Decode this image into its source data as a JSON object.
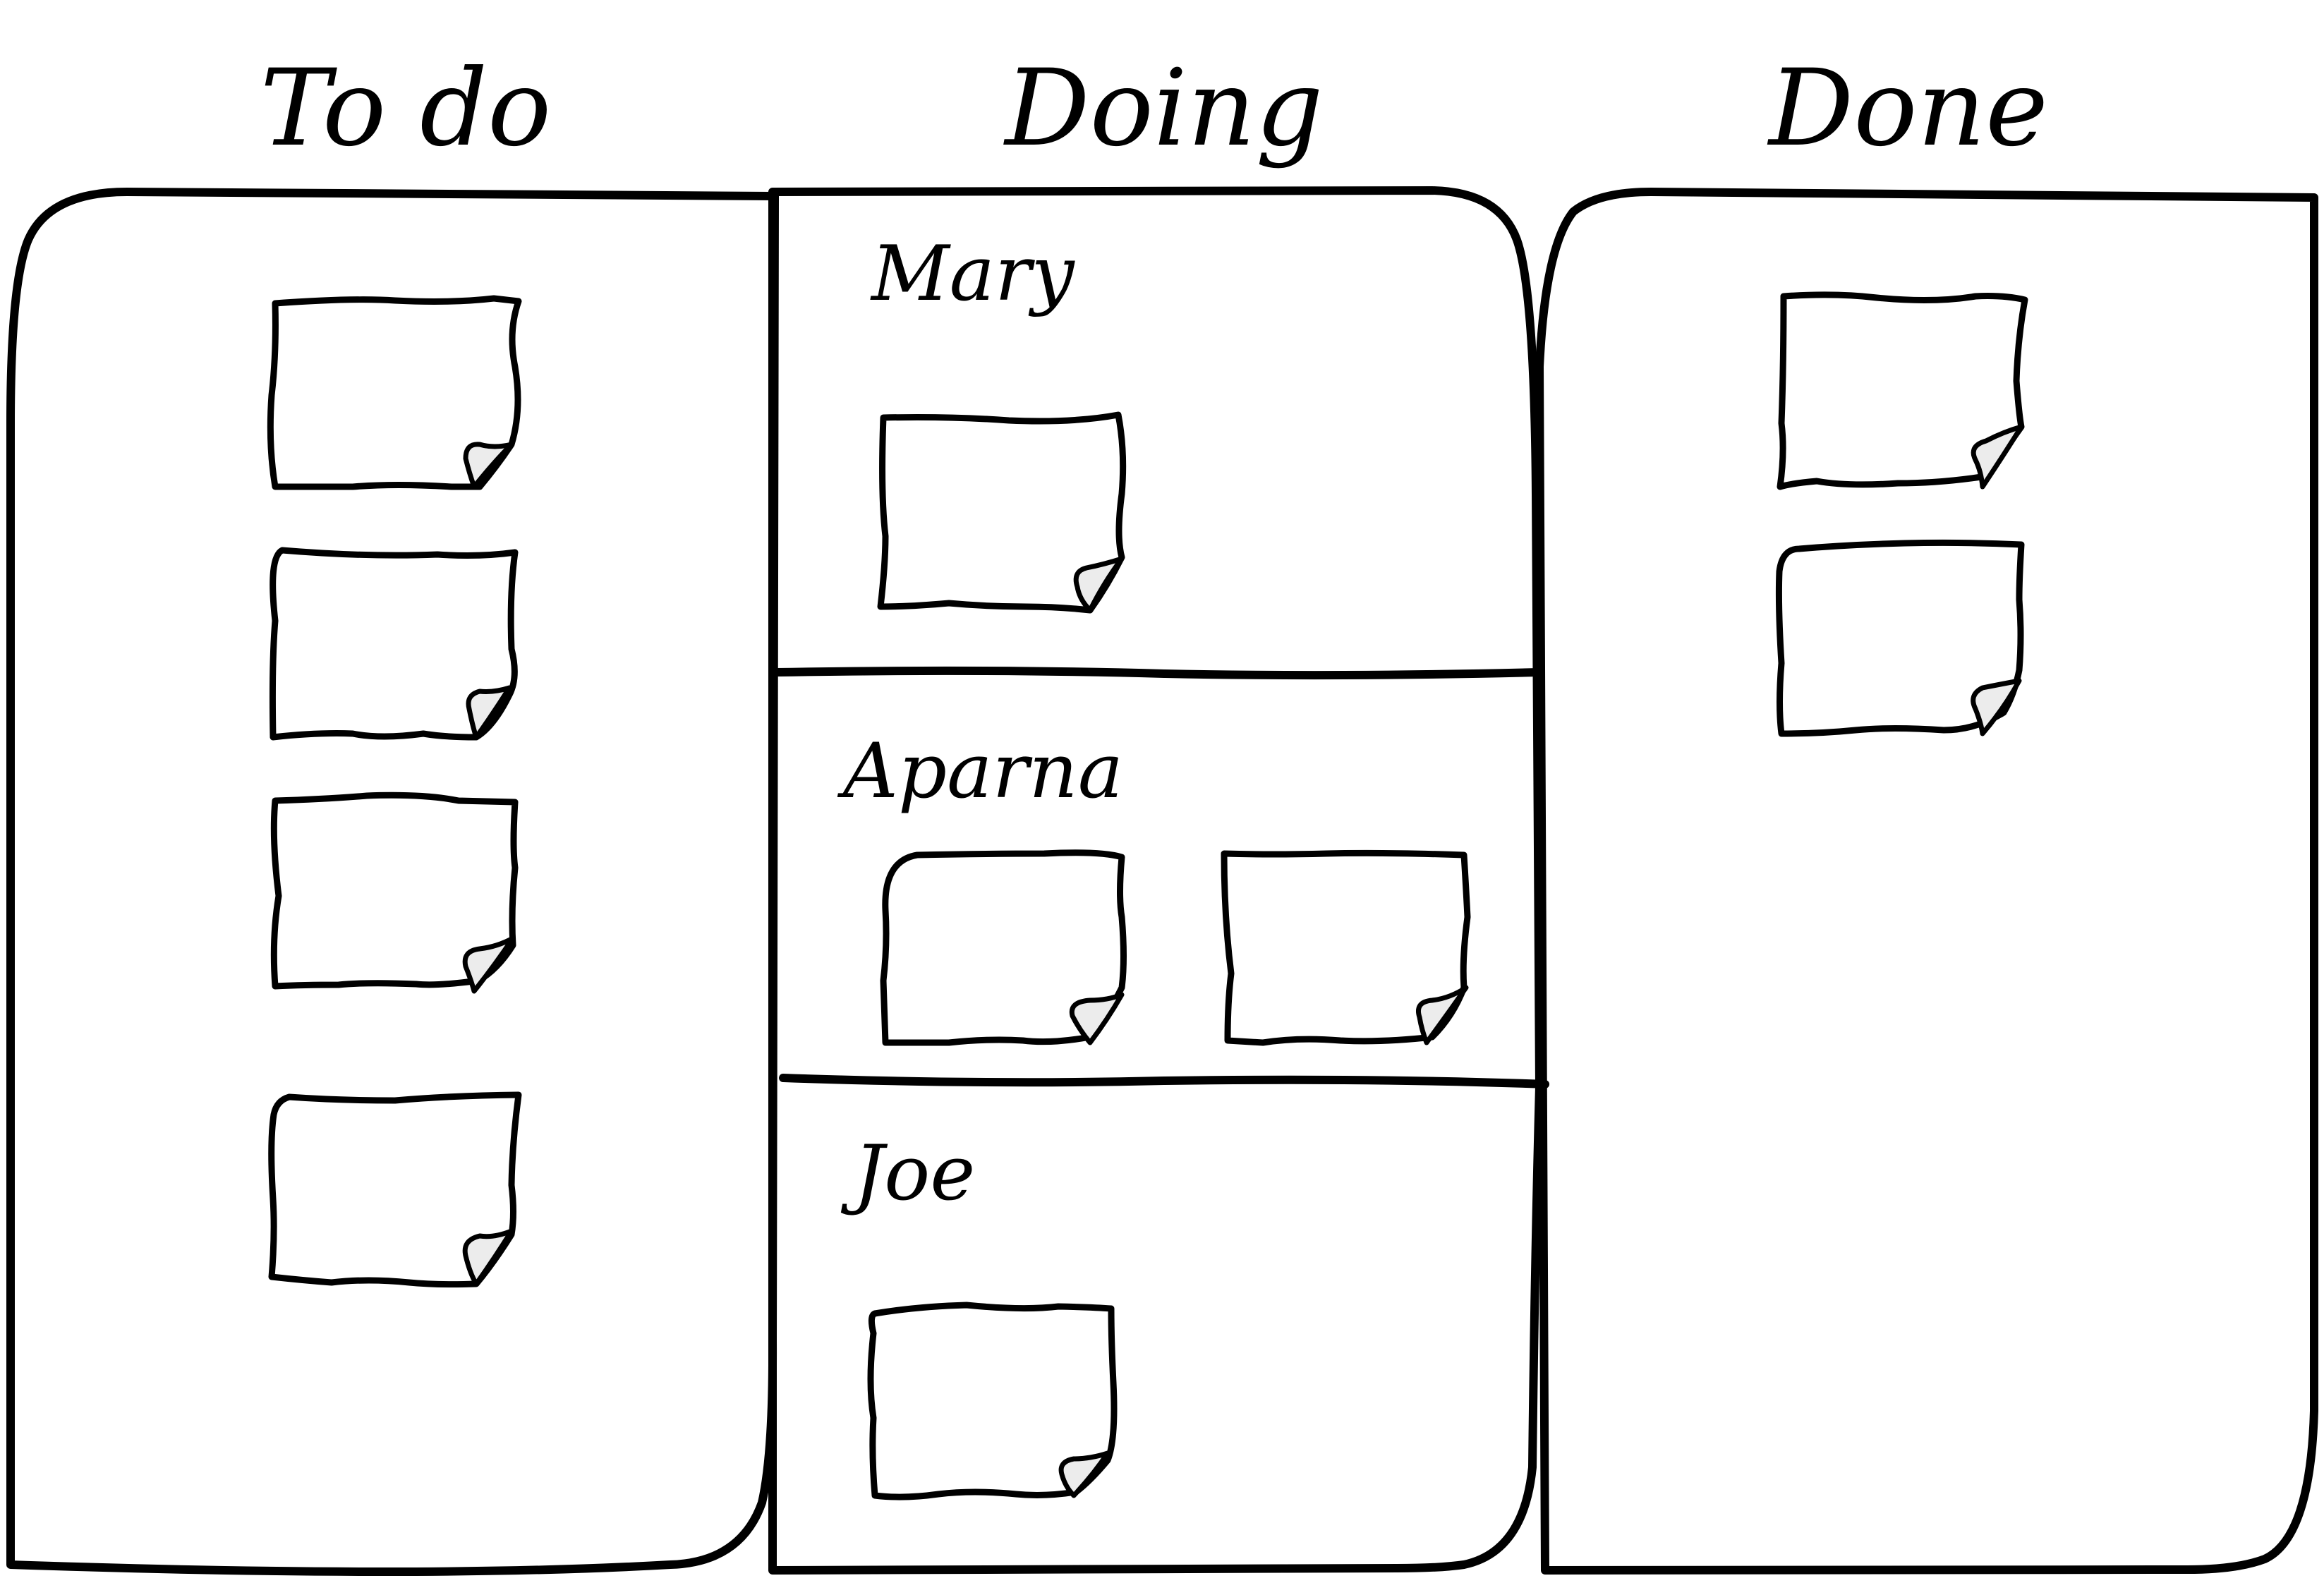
{
  "board": {
    "columns": [
      {
        "id": "todo",
        "title": "To do",
        "card_count": 4
      },
      {
        "id": "doing",
        "title": "Doing"
      },
      {
        "id": "done",
        "title": "Done",
        "card_count": 2
      }
    ],
    "swimlanes": [
      {
        "name": "Mary",
        "card_count": 1
      },
      {
        "name": "Aparna",
        "card_count": 2
      },
      {
        "name": "Joe",
        "card_count": 1
      }
    ]
  }
}
